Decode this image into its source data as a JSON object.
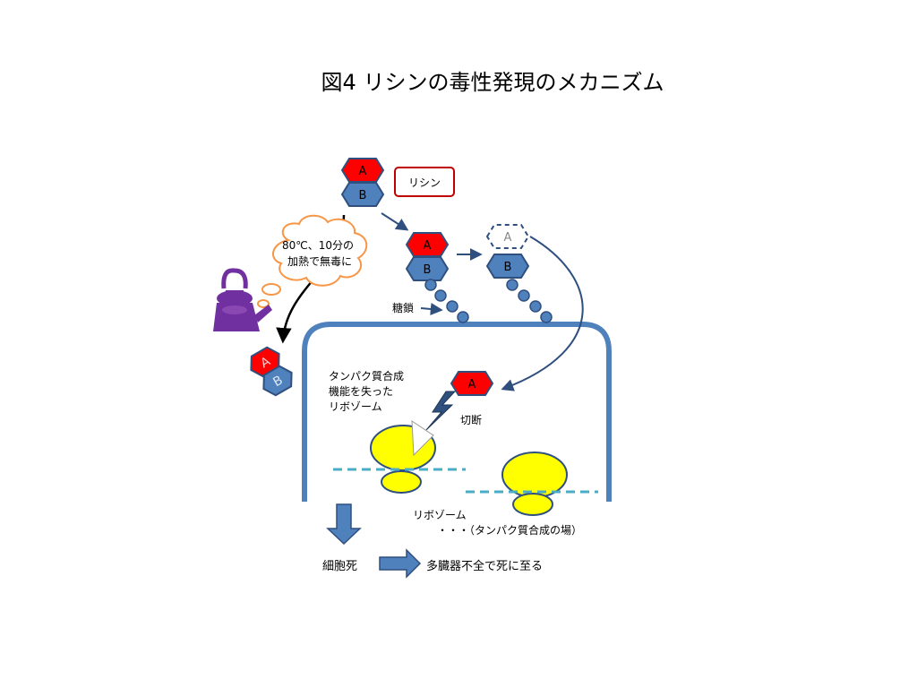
{
  "title": "図4  リシンの毒性発現のメカニズム",
  "labels": {
    "ricin": "リシン",
    "chain_a": "A",
    "chain_b": "B",
    "heat_cloud_line1": "80℃、10分の",
    "heat_cloud_line2": "加熱で無毒に",
    "sugar_chain": "糖鎖",
    "inactive_ribosome_line1": "タンパク質合成",
    "inactive_ribosome_line2": "機能を失った",
    "inactive_ribosome_line3": "リボゾーム",
    "cleavage": "切断",
    "ribosome": "リボゾーム",
    "ribosome_note": "・・・（タンパク質合成の場）",
    "cell_death": "細胞死",
    "outcome": "多臓器不全で死に至る"
  },
  "colors": {
    "chain_a_fill": "#ff0000",
    "chain_b_fill": "#4f81bd",
    "outline_navy": "#2f4f7f",
    "cell_membrane": "#4f81bd",
    "ribosome_fill": "#ffff00",
    "dashed_line": "#4bacc6",
    "kettle": "#7030a0",
    "cloud_border": "#f79646",
    "ricin_box_border": "#c00000"
  },
  "icons": [
    "kettle-icon",
    "thought-cloud",
    "lightning-bolt-icon",
    "down-arrow",
    "right-arrow"
  ]
}
